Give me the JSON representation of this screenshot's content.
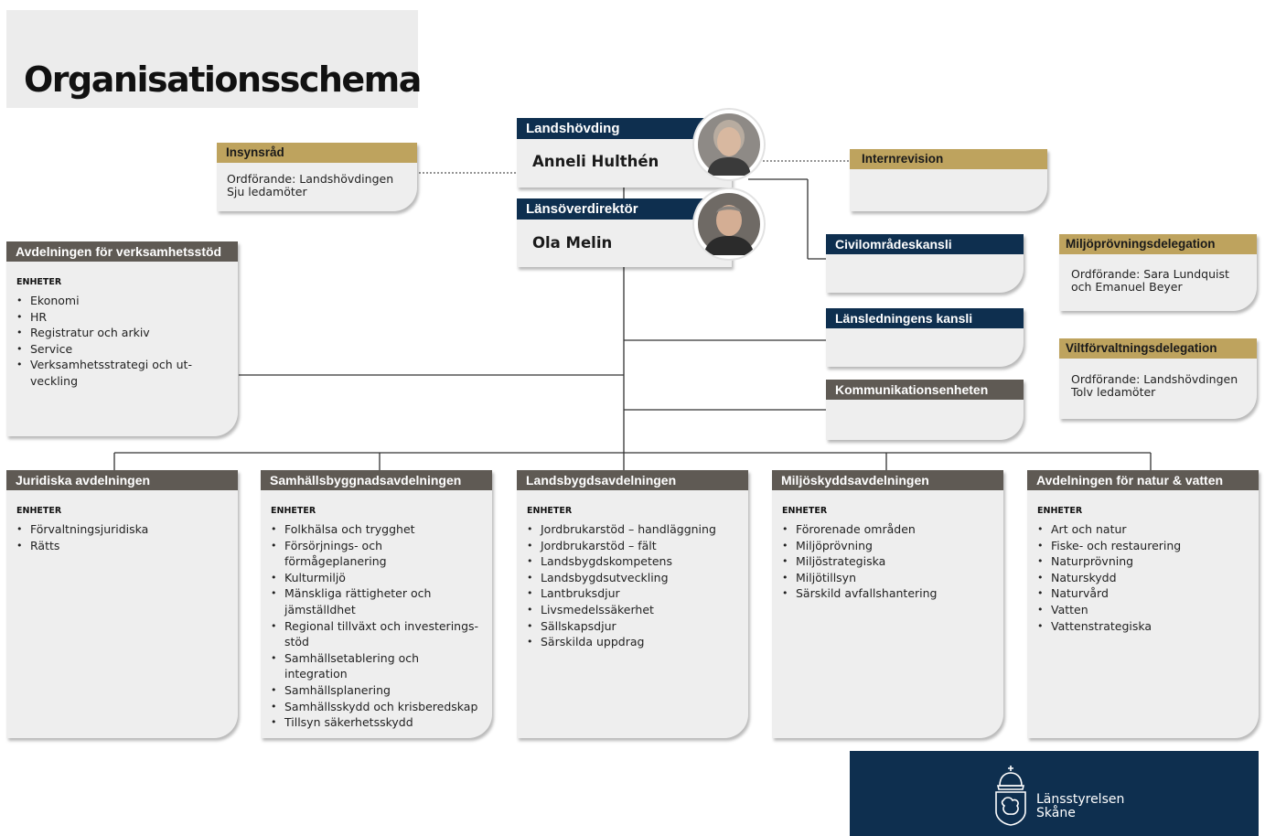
{
  "title": "Organisationsschema",
  "governor": {
    "role": "Landshövding",
    "name": "Anneli Hulthén"
  },
  "director": {
    "role": "Länsöverdirektör",
    "name": "Ola Melin"
  },
  "insynsrad": {
    "title": "Insynsråd",
    "lines": [
      "Ordförande: Landshövdingen",
      "Sju ledamöter"
    ]
  },
  "internrevision": {
    "title": "Internrevision"
  },
  "civilomrade": {
    "title": "Civilområdeskansli"
  },
  "lansledning": {
    "title": "Länsledningens kansli"
  },
  "kommunikation": {
    "title": "Kommunikationsenheten"
  },
  "miljoprovning": {
    "title": "Miljöprövningsdelegation",
    "lines": [
      "Ordförande: Sara Lundquist",
      "och Emanuel Beyer"
    ]
  },
  "viltforvaltning": {
    "title": "Viltförvaltningsdelegation",
    "lines": [
      "Ordförande: Landshövdingen",
      "Tolv ledamöter"
    ]
  },
  "units_label": "ENHETER",
  "verksamhetsstod": {
    "title": "Avdelningen för verksamhetsstöd",
    "items": [
      "Ekonomi",
      "HR",
      "Registratur och arkiv",
      "Service",
      "Verksamhetsstrategi och ut-",
      "veckling"
    ]
  },
  "departments": [
    {
      "title": "Juridiska avdelningen",
      "items": [
        "Förvaltningsjuridiska",
        "Rätts"
      ]
    },
    {
      "title": "Samhällsbyggnadsavdelningen",
      "items": [
        "Folkhälsa och trygghet",
        "Försörjnings- och förmågeplanering",
        "Kulturmiljö",
        "Mänskliga rättigheter och",
        "jämställdhet",
        "Regional tillväxt och investerings-",
        "stöd",
        "Samhällsetablering och integration",
        "Samhällsplanering",
        "Samhällsskydd och krisberedskap",
        "Tillsyn säkerhetsskydd"
      ]
    },
    {
      "title": "Landsbygdsavdelningen",
      "items": [
        "Jordbrukarstöd – handläggning",
        "Jordbrukarstöd – fält",
        "Landsbygdskompetens",
        "Landsbygdsutveckling",
        "Lantbruksdjur",
        "Livsmedelssäkerhet",
        "Sällskapsdjur",
        "Särskilda uppdrag"
      ]
    },
    {
      "title": "Miljöskyddsavdelningen",
      "items": [
        "Förorenade områden",
        "Miljöprövning",
        "Miljöstrategiska",
        "Miljötillsyn",
        "Särskild avfallshantering"
      ]
    },
    {
      "title": "Avdelningen för natur & vatten",
      "items": [
        "Art och natur",
        "Fiske- och restaurering",
        "Naturprövning",
        "Naturskydd",
        "Naturvård",
        "Vatten",
        "Vattenstrategiska"
      ]
    }
  ],
  "logo": {
    "line1": "Länsstyrelsen",
    "line2": "Skåne"
  },
  "colors": {
    "navy": "#0e2f4f",
    "gray_header": "#5f5a54",
    "gold": "#bea35e",
    "card_bg": "#eeeeee"
  }
}
